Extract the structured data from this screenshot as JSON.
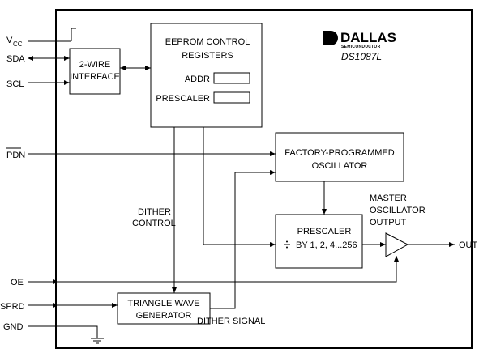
{
  "logo": {
    "name": "DALLAS",
    "tagline": "SEMICONDUCTOR"
  },
  "part_number": "DS1087L",
  "pins": {
    "vcc_main": "V",
    "vcc_sub": "CC",
    "sda": "SDA",
    "scl": "SCL",
    "pdn": "PDN",
    "oe": "OE",
    "sprd": "SPRD",
    "gnd": "GND",
    "out": "OUT"
  },
  "blocks": {
    "two_wire": [
      "2-WIRE",
      "INTERFACE"
    ],
    "eeprom": [
      "EEPROM CONTROL",
      "REGISTERS"
    ],
    "addr": "ADDR",
    "prescaler_reg": "PRESCALER",
    "oscillator": [
      "FACTORY-PROGRAMMED",
      "OSCILLATOR"
    ],
    "prescaler_block": "PRESCALER",
    "prescaler_div": "BY 1, 2, 4...256",
    "triangle": [
      "TRIANGLE WAVE",
      "GENERATOR"
    ]
  },
  "labels": {
    "dither_control": [
      "DITHER",
      "CONTROL"
    ],
    "dither_signal": "DITHER SIGNAL",
    "master_output": [
      "MASTER",
      "OSCILLATOR",
      "OUTPUT"
    ]
  }
}
